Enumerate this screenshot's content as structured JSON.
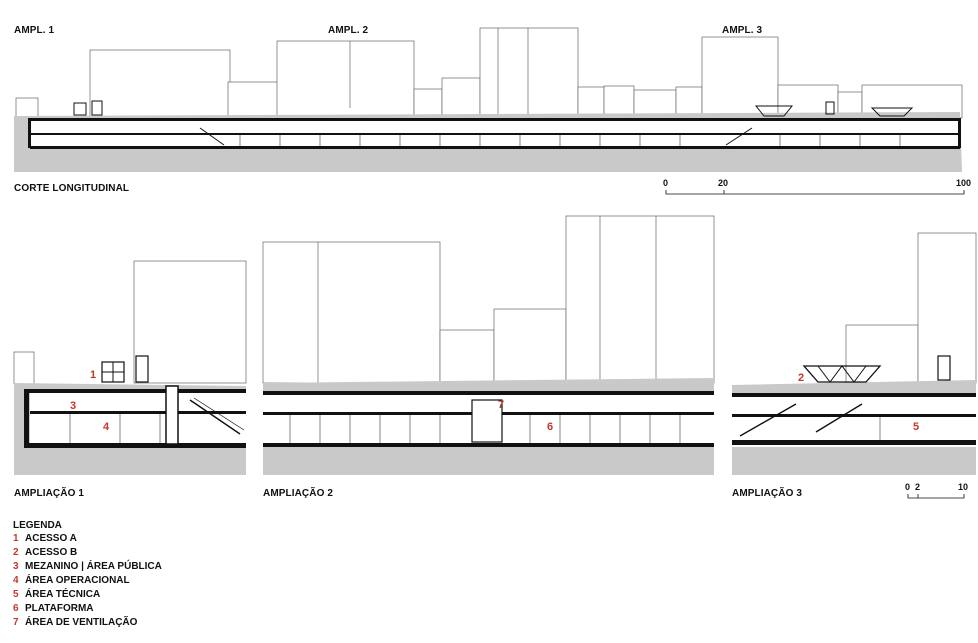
{
  "top_labels": {
    "ampl1": "AMPL. 1",
    "ampl2": "AMPL. 2",
    "ampl3": "AMPL. 3"
  },
  "section_title": "CORTE LONGITUDINAL",
  "scale_long": {
    "t0": "0",
    "t1": "20",
    "t2": "100"
  },
  "detail_titles": {
    "d1": "AMPLIAÇÃO 1",
    "d2": "AMPLIAÇÃO 2",
    "d3": "AMPLIAÇÃO 3"
  },
  "scale_detail": {
    "t0": "0",
    "t1": "2",
    "t2": "10"
  },
  "markers": {
    "m1": "1",
    "m2": "2",
    "m3": "3",
    "m4": "4",
    "m5": "5",
    "m6": "6",
    "m7": "7"
  },
  "legend": {
    "title": "LEGENDA",
    "items": [
      {
        "num": "1",
        "text": "ACESSO A"
      },
      {
        "num": "2",
        "text": "ACESSO B"
      },
      {
        "num": "3",
        "text": "MEZANINO | ÁREA PÚBLICA"
      },
      {
        "num": "4",
        "text": "ÁREA OPERACIONAL"
      },
      {
        "num": "5",
        "text": "ÁREA TÉCNICA"
      },
      {
        "num": "6",
        "text": "PLATAFORMA"
      },
      {
        "num": "7",
        "text": "ÁREA DE VENTILAÇÃO"
      }
    ]
  },
  "colors": {
    "ground": "#c9c9c9",
    "structure": "#111111",
    "accent": "#c0392b",
    "building_line": "#555555"
  }
}
